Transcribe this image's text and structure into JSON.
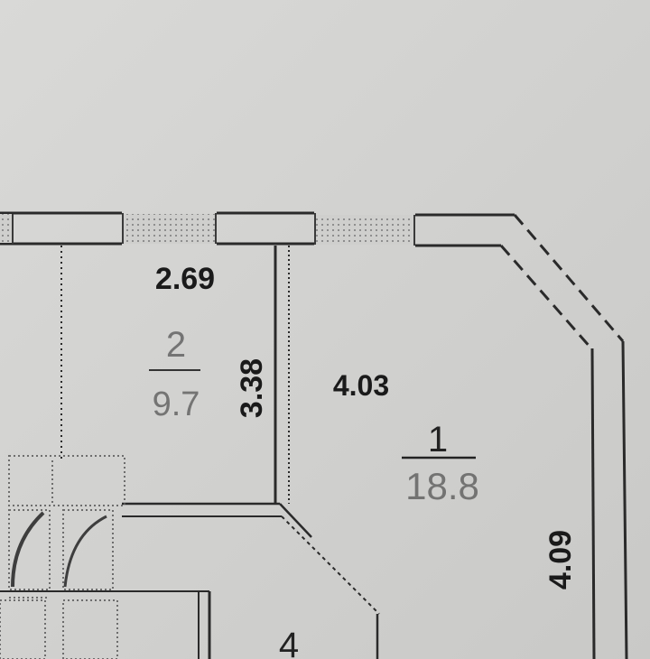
{
  "floorplan": {
    "dimensions": {
      "top_width": "2.69",
      "room2_height": "3.38",
      "room1_width": "4.03",
      "right_wall_length": "4.09"
    },
    "rooms": [
      {
        "number": "2",
        "area": "9.7"
      },
      {
        "number": "1",
        "area": "18.8"
      },
      {
        "number": "4",
        "area": ""
      }
    ]
  }
}
